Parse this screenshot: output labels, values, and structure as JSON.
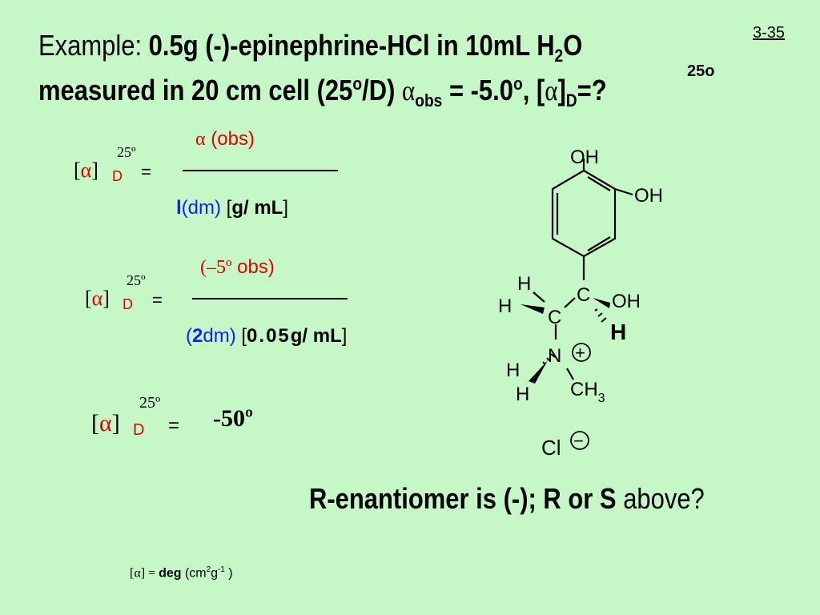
{
  "slide": {
    "page_number": "3-35",
    "title_line1_prefix": "Example: ",
    "title_line1_bold": "0.5g (-)-epinephrine-HCl in 10mL H",
    "title_h2_sub": "2",
    "title_o": "O",
    "title_line2_a": "measured in 20 cm cell (25",
    "title_deg_sup": "o",
    "title_line2_b": "/D) ",
    "alpha": "α",
    "obs_sub": "obs",
    "title_line2_c": " = -5.0",
    "title_deg_sup2": "o",
    "title_line2_d": ", [",
    "title_alpha2": "α",
    "title_bracket_close": "]",
    "title_D_sub": "D",
    "title_25o": "25o",
    "title_eq_q": "=?"
  },
  "eq1": {
    "lhs_bracket_open": "[",
    "lhs_alpha": "α",
    "lhs_bracket_close": "]",
    "temp": "25º",
    "sub_D": "D",
    "equals": "=",
    "num_alpha": "α",
    "num_obs": "(obs)",
    "den_l": "l",
    "den_dm": "(dm)",
    "den_bracket_open": "[",
    "den_gml": "g/ mL",
    "den_bracket_close": "]"
  },
  "eq2": {
    "lhs_bracket_open": "[",
    "lhs_alpha": "α",
    "lhs_bracket_close": "]",
    "temp": "25º",
    "sub_D": "D",
    "equals": "=",
    "num_paren_open": "(",
    "num_value": "–5º",
    "num_obs": " obs)",
    "den_paren_open": "(",
    "den_two": "2",
    "den_dm": "dm)",
    "den_bracket_open": "[",
    "den_conc": "0.05",
    "den_gml": "g/ mL",
    "den_bracket_close": "]"
  },
  "eq3": {
    "lhs_bracket_open": "[",
    "lhs_alpha": "α",
    "lhs_bracket_close": "]",
    "temp": "25º",
    "sub_D": "D",
    "equals": "=",
    "result": "-50º"
  },
  "question": {
    "bold_part": "R-enantiomer is (-); R or S",
    "normal_part": " above?"
  },
  "units": {
    "prefix": "[α] = ",
    "deg": "deg",
    "unit_open": " (cm",
    "sup2": "2",
    "g": "g",
    "sup_neg1": "-1",
    "unit_close": " )"
  },
  "molecule": {
    "oh_top": "OH",
    "oh_right": "OH",
    "c_upper": "C",
    "oh_c": "OH",
    "h_c_upper": "H",
    "h_top": "H",
    "h_left": "H",
    "c_lower": "C",
    "n": "N",
    "plus": "+",
    "h_n1": "H",
    "h_n2": "H",
    "ch3": "CH",
    "ch3_sub": "3",
    "cl": "Cl",
    "minus": "−"
  }
}
